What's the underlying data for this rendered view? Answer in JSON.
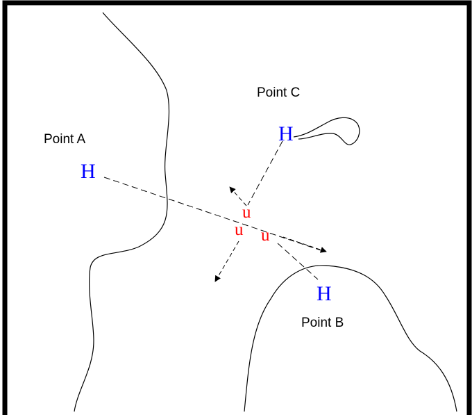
{
  "points": {
    "a": {
      "label": "Point A",
      "symbol": "H"
    },
    "b": {
      "label": "Point B",
      "symbol": "H"
    },
    "c": {
      "label": "Point C",
      "symbol": "H"
    }
  },
  "center_symbols": [
    "u",
    "u",
    "u"
  ],
  "colors": {
    "point_symbol": "#0000ff",
    "center_symbol": "#ff0000",
    "line": "#000000",
    "frame": "#000000"
  }
}
